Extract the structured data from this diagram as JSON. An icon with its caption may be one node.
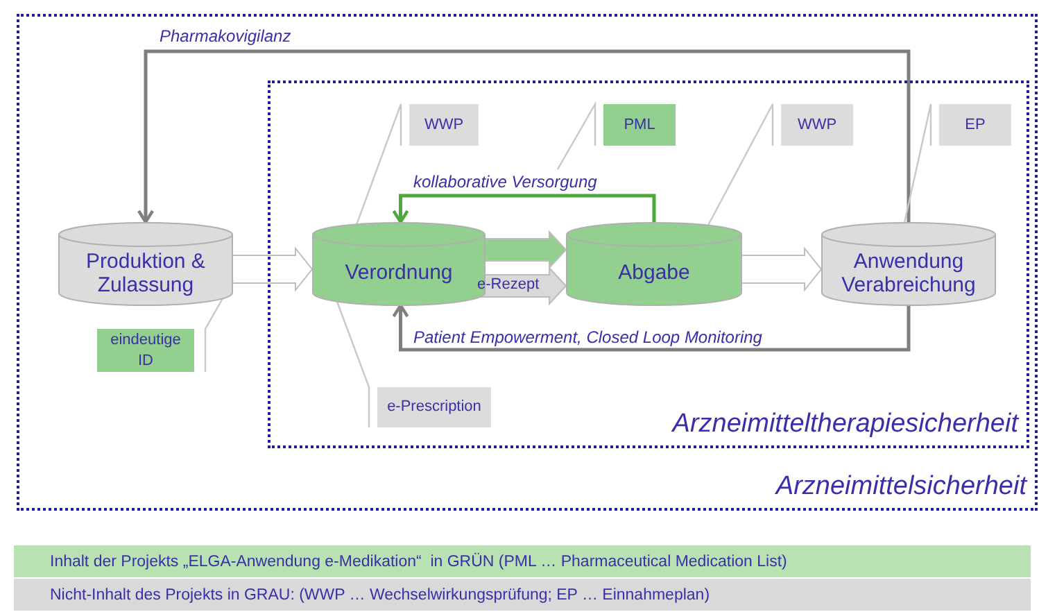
{
  "diagram": {
    "nodes": [
      {
        "text": [
          "Arzneimittelsicherheit"
        ]
      },
      {
        "text": [
          "Arzneimitteltherapiesicherheit"
        ],
        "in": 0
      },
      {
        "text": [
          "Produktion & Zulassung"
        ],
        "in": 0
      },
      {
        "text": [
          "Verordnung"
        ],
        "in": 1
      },
      {
        "text": [
          "Abgabe"
        ],
        "in": 1
      },
      {
        "text": [
          "Anwendung Verabreichung"
        ],
        "in": 1
      },
      {
        "text": [
          "WWP"
        ],
        "in": 1
      },
      {
        "text": [
          "PML"
        ],
        "in": 1
      },
      {
        "text": [
          "WWP"
        ],
        "in": 1
      },
      {
        "text": [
          "EP"
        ],
        "in": 1
      },
      {
        "text": [
          "eindeutige ID"
        ],
        "in": 0
      },
      {
        "text": [
          "e-Prescription"
        ],
        "in": 1
      }
    ],
    "edges": [
      {
        "from": 2,
        "to": 3,
        "arrow": "to",
        "style": "thick",
        "color": "#ffffff"
      },
      {
        "from": 3,
        "to": 4,
        "arrow": "to",
        "style": "thick",
        "color": "#93cf8e"
      },
      {
        "from": 3,
        "to": 4,
        "arrow": "to",
        "style": "thick",
        "color": "#d9d9d9",
        "label": "e-Rezept"
      },
      {
        "from": 4,
        "to": 5,
        "arrow": "to",
        "style": "thick",
        "color": "#ffffff"
      },
      {
        "from": 4,
        "to": 3,
        "arrow": "to",
        "color": "#4ea83e",
        "label": "kollaborative Versorgung"
      },
      {
        "from": 5,
        "to": 3,
        "arrow": "to",
        "label": "Patient Empowerment, Closed Loop Monitoring"
      },
      {
        "from": 5,
        "to": 2,
        "arrow": "to",
        "label": "Pharmakovigilanz"
      },
      {
        "from": 6,
        "to": 3,
        "arrow": "none",
        "color": "#c8c8c8"
      },
      {
        "from": 7,
        "to": null,
        "arrow": "none",
        "color": "#c8c8c8"
      },
      {
        "from": 8,
        "to": 4,
        "arrow": "none",
        "color": "#c8c8c8"
      },
      {
        "from": 9,
        "to": 5,
        "arrow": "none",
        "color": "#c8c8c8"
      },
      {
        "from": 10,
        "to": 2,
        "arrow": "none",
        "color": "#c8c8c8"
      },
      {
        "from": 11,
        "to": 3,
        "arrow": "none",
        "color": "#c8c8c8"
      }
    ],
    "legend": [
      {
        "text": "Inhalt der Projekts „ELGA-Anwendung e-Medikation“  in GRÜN (PML … Pharmaceutical Medication List)",
        "color": "#b9e2b2"
      },
      {
        "text": "Nicht-Inhalt des Projekts in GRAU: (WWP … Wechselwirkungsprüfung; EP … Einnahmeplan)",
        "color": "#d9d9d9"
      }
    ]
  }
}
